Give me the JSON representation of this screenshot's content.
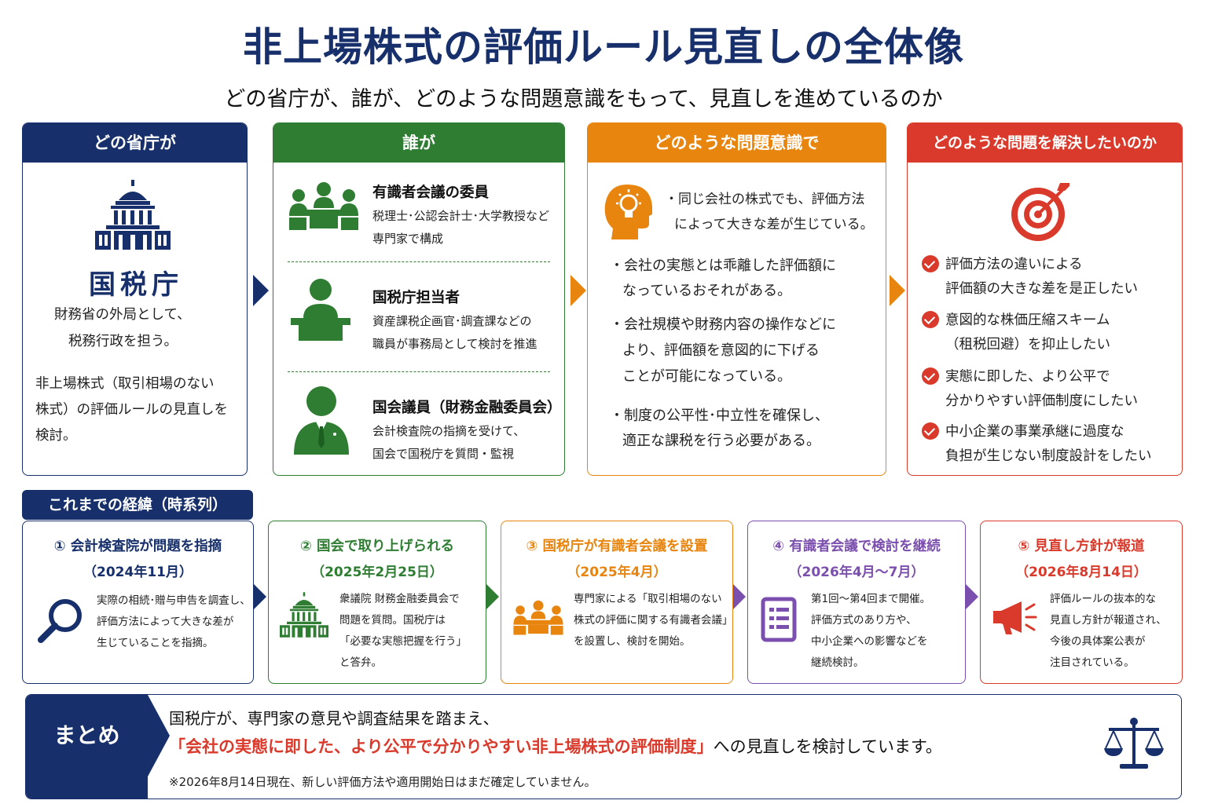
{
  "title": "非上場株式の評価ルール見直しの全体像",
  "subtitle": "どの省庁が、誰が、どのような問題意識をもって、見直しを進めているのか",
  "colors": {
    "navy": "#17306b",
    "green": "#2e7d32",
    "orange": "#e8850f",
    "red": "#d93a2b",
    "purple": "#7b4fad"
  },
  "panels": {
    "agency": {
      "header": "どの省庁が",
      "icon": "government-building-icon",
      "name": "国税庁",
      "desc1": "財務省の外局として、",
      "desc2": "税務行政を担う。",
      "text1": "非上場株式（取引相場のない",
      "text2": "株式）の評価ルールの見直しを",
      "text3": "検討。"
    },
    "who": {
      "header": "誰が",
      "items": [
        {
          "icon": "meeting-icon",
          "title": "有識者会議の委員",
          "desc1": "税理士･公認会計士･大学教授など",
          "desc2": "専門家で構成"
        },
        {
          "icon": "official-icon",
          "title": "国税庁担当者",
          "desc1": "資産課税企画官･調査課などの",
          "desc2": "職員が事務局として検討を推進"
        },
        {
          "icon": "politician-icon",
          "title": "国会議員（財務金融委員会）",
          "desc1": "会計検査院の指摘を受けて、",
          "desc2": "国会で国税庁を質問・監視"
        }
      ]
    },
    "issue": {
      "header": "どのような問題意識で",
      "icon": "lightbulb-head-icon",
      "points": [
        [
          "・同じ会社の株式でも、評価方法",
          "によって大きな差が生じている。"
        ],
        [
          "・会社の実態とは乖離した評価額に",
          "なっているおそれがある。"
        ],
        [
          "・会社規模や財務内容の操作などに",
          "より、評価額を意図的に下げる",
          "ことが可能になっている。"
        ],
        [
          "・制度の公平性･中立性を確保し、",
          "適正な課税を行う必要がある。"
        ]
      ]
    },
    "goal": {
      "header": "どのような問題を解決したいのか",
      "icon": "target-icon",
      "points": [
        [
          "評価方法の違いによる",
          "評価額の大きな差を是正したい"
        ],
        [
          "意図的な株価圧縮スキーム",
          "（租税回避）を抑止したい"
        ],
        [
          "実態に即した、より公平で",
          "分かりやすい評価制度にしたい"
        ],
        [
          "中小企業の事業承継に過度な",
          "負担が生じない制度設計をしたい"
        ]
      ]
    }
  },
  "timeline": {
    "label": "これまでの経緯（時系列）",
    "steps": [
      {
        "title": "① 会計検査院が問題を指摘",
        "date": "（2024年11月）",
        "icon": "magnifier-icon",
        "desc": [
          "実際の相続･贈与申告を調査し、",
          "評価方法によって大きな差が",
          "生じていることを指摘。"
        ]
      },
      {
        "title": "② 国会で取り上げられる",
        "date": "（2025年2月25日）",
        "icon": "government-building-icon",
        "desc": [
          "衆議院 財務金融委員会で",
          "問題を質問。国税庁は",
          "「必要な実態把握を行う」",
          "と答弁。"
        ]
      },
      {
        "title": "③ 国税庁が有識者会議を設置",
        "date": "（2025年4月）",
        "icon": "meeting-icon",
        "desc": [
          "専門家による「取引相場のない",
          "株式の評価に関する有識者会議」",
          "を設置し、検討を開始。"
        ]
      },
      {
        "title": "④ 有識者会議で検討を継続",
        "date": "（2026年4月～7月）",
        "icon": "document-icon",
        "desc": [
          "第1回～第4回まで開催。",
          "評価方式のあり方や、",
          "中小企業への影響などを",
          "継続検討。"
        ]
      },
      {
        "title": "⑤ 見直し方針が報道",
        "date": "（2026年8月14日）",
        "icon": "megaphone-icon",
        "desc": [
          "評価ルールの抜本的な",
          "見直し方針が報道され、",
          "今後の具体案公表が",
          "注目されている。"
        ]
      }
    ]
  },
  "summary": {
    "label": "まとめ",
    "line1": "国税庁が、専門家の意見や調査結果を踏まえ、",
    "highlight": "「会社の実態に即した、より公平で分かりやすい非上場株式の評価制度」",
    "line2_rest": "への見直しを検討しています。",
    "note": "※2026年8月14日現在、新しい評価方法や適用開始日はまだ確定していません。",
    "icon": "scales-icon"
  }
}
